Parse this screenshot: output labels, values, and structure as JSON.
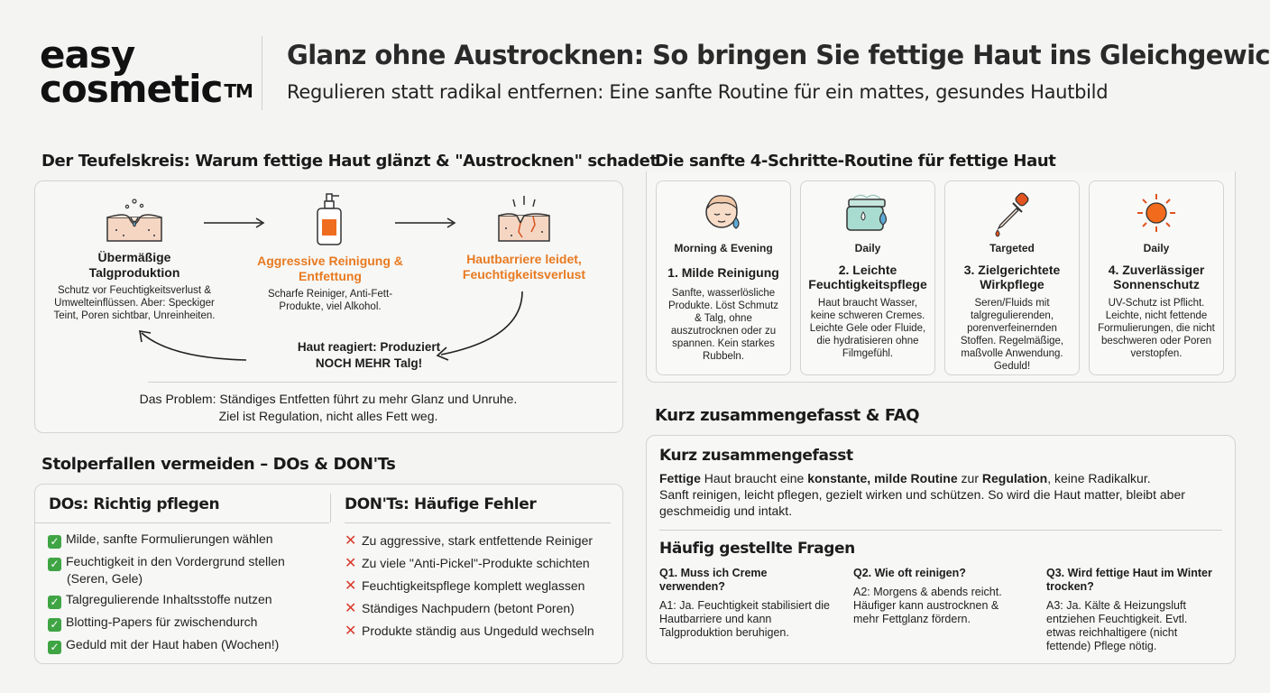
{
  "brand": {
    "line1": "easy",
    "line2": "cosmetic",
    "tm": "TM"
  },
  "header": {
    "title": "Glanz ohne Austrocknen: So bringen Sie fettige Haut ins Gleichgewicht",
    "subtitle": "Regulieren statt radikal entfernen: Eine sanfte Routine für ein mattes, gesundes Hautbild"
  },
  "colors": {
    "accent_orange": "#e87a20",
    "check_green": "#3fa544",
    "cross_red": "#d93a2b",
    "box_border": "#d3d3d3",
    "background": "#f4f4f3"
  },
  "vicious": {
    "heading": "Der Teufelskreis: Warum fettige Haut glänzt & \"Austrocknen\" schadet",
    "step1": {
      "icon": "skin-pore-icon",
      "title": "Übermäßige Talgproduktion",
      "desc": "Schutz vor Feuchtigkeitsverlust & Umwelteinflüssen. Aber: Speckiger Teint, Poren sichtbar, Unreinheiten."
    },
    "step2": {
      "icon": "cleanser-bottle-icon",
      "title": "Aggressive Reinigung & Entfettung",
      "desc": "Scharfe Reiniger, Anti-Fett-Produkte, viel Alkohol."
    },
    "step3": {
      "icon": "cracked-skin-icon",
      "title": "Hautbarriere leidet, Feuchtigkeitsverlust"
    },
    "reaction": "Haut reagiert: Produziert NOCH MEHR Talg!",
    "problem1": "Das Problem: Ständiges Entfetten führt zu mehr Glanz und Unruhe.",
    "problem2": "Ziel ist Regulation, nicht alles Fett weg."
  },
  "routine": {
    "heading": "Die sanfte 4-Schritte-Routine für fettige Haut",
    "cards": [
      {
        "icon": "face-wash-icon",
        "tag": "Morning & Evening",
        "title": "1. Milde Reinigung",
        "desc": "Sanfte, wasserlösliche Produkte. Löst Schmutz & Talg, ohne auszutrocknen oder zu spannen. Kein starkes Rubbeln."
      },
      {
        "icon": "cream-jar-icon",
        "tag": "Daily",
        "title": "2. Leichte Feuchtigkeitspflege",
        "desc": "Haut braucht Wasser, keine schweren Cremes. Leichte Gele oder Fluide, die hydratisieren ohne Filmgefühl."
      },
      {
        "icon": "dropper-icon",
        "tag": "Targeted",
        "title": "3. Zielgerichtete Wirkpflege",
        "desc": "Seren/Fluids mit talgregulierenden, porenverfeinernden Stoffen. Regelmäßige, maßvolle Anwendung. Geduld!"
      },
      {
        "icon": "sun-icon",
        "tag": "Daily",
        "title": "4. Zuverlässiger Sonnenschutz",
        "desc": "UV-Schutz ist Pflicht. Leichte, nicht fettende Formulierungen, die nicht beschweren oder Poren verstopfen."
      }
    ]
  },
  "pitfalls": {
    "heading": "Stolperfallen vermeiden – DOs & DON'Ts",
    "dos_heading": "DOs: Richtig pflegen",
    "donts_heading": "DON'Ts: Häufige Fehler",
    "dos": [
      "Milde, sanfte Formulierungen wählen",
      "Feuchtigkeit in den Vordergrund stellen (Seren, Gele)",
      "Talgregulierende Inhaltsstoffe nutzen",
      "Blotting-Papers für zwischendurch",
      "Geduld mit der Haut haben (Wochen!)"
    ],
    "donts": [
      "Zu aggressive, stark entfettende Reiniger",
      "Zu viele \"Anti-Pickel\"-Produkte schichten",
      "Feuchtigkeitspflege komplett weglassen",
      "Ständiges Nachpudern (betont Poren)",
      "Produkte ständig aus Ungeduld wechseln"
    ]
  },
  "summary": {
    "heading": "Kurz zusammengefasst & FAQ",
    "box_heading": "Kurz zusammengefasst",
    "s_fettige": "Fettige",
    "s_a": " Haut braucht eine ",
    "s_b": "konstante, milde Routine",
    "s_c": " zur ",
    "s_d": "Regulation",
    "s_e": ", keine Radikalkur.",
    "line2": "Sanft reinigen, leicht pflegen, gezielt wirken und schützen. So wird die Haut matter, bleibt aber geschmeidig und intakt.",
    "faq_heading": "Häufig gestellte Fragen",
    "faqs": [
      {
        "q": "Q1. Muss ich Creme verwenden?",
        "a": "A1: Ja. Feuchtigkeit stabilisiert die Hautbarriere und kann Talgproduktion beruhigen."
      },
      {
        "q": "Q2. Wie oft reinigen?",
        "a": "A2: Morgens & abends reicht. Häufiger kann austrocknen & mehr Fettglanz fördern."
      },
      {
        "q": "Q3. Wird fettige Haut im Winter trocken?",
        "a": "A3: Ja. Kälte & Heizungsluft entziehen Feuchtigkeit. Evtl. etwas reichhaltigere (nicht fettende) Pflege nötig."
      }
    ]
  }
}
